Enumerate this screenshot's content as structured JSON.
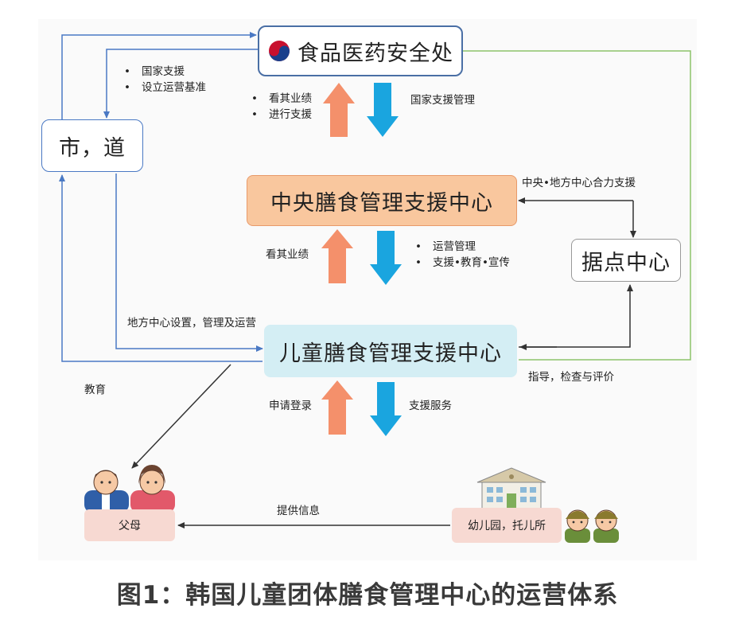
{
  "nodes": {
    "mfds": "食品医药安全处",
    "city": "市，道",
    "central": "中央膳食管理支援中心",
    "hub": "据点中心",
    "child": "儿童膳食管理支援中心",
    "parents": "父母",
    "kinder": "幼儿园，托儿所"
  },
  "labels": {
    "national_support": [
      "国家支援",
      "设立运营基准"
    ],
    "performance_support": [
      "看其业绩",
      "进行支援"
    ],
    "national_mgmt": "国家支援管理",
    "central_local": "中央•地方中心合力支援",
    "performance": "看其业绩",
    "ops_support": [
      "运营管理",
      "支援•教育•宣传"
    ],
    "local_center": "地方中心设置，管理及运营",
    "guidance": "指导，检查与评价",
    "education": "教育",
    "apply": "申请登录",
    "service": "支援服务",
    "info": "提供信息"
  },
  "colors": {
    "mfds_fill": "#ffffff",
    "mfds_border": "#4a6fa5",
    "central_fill": "#f9c79e",
    "child_fill": "#d4eef4",
    "parents_fill": "#f7d9d2",
    "up_arrow": "#f4906b",
    "down_arrow": "#1aa5df",
    "edge": "#4a79c4",
    "green_edge": "#8dc36b",
    "dark_edge": "#333333"
  },
  "caption": "图1：韩国儿童团体膳食管理中心的运营体系"
}
